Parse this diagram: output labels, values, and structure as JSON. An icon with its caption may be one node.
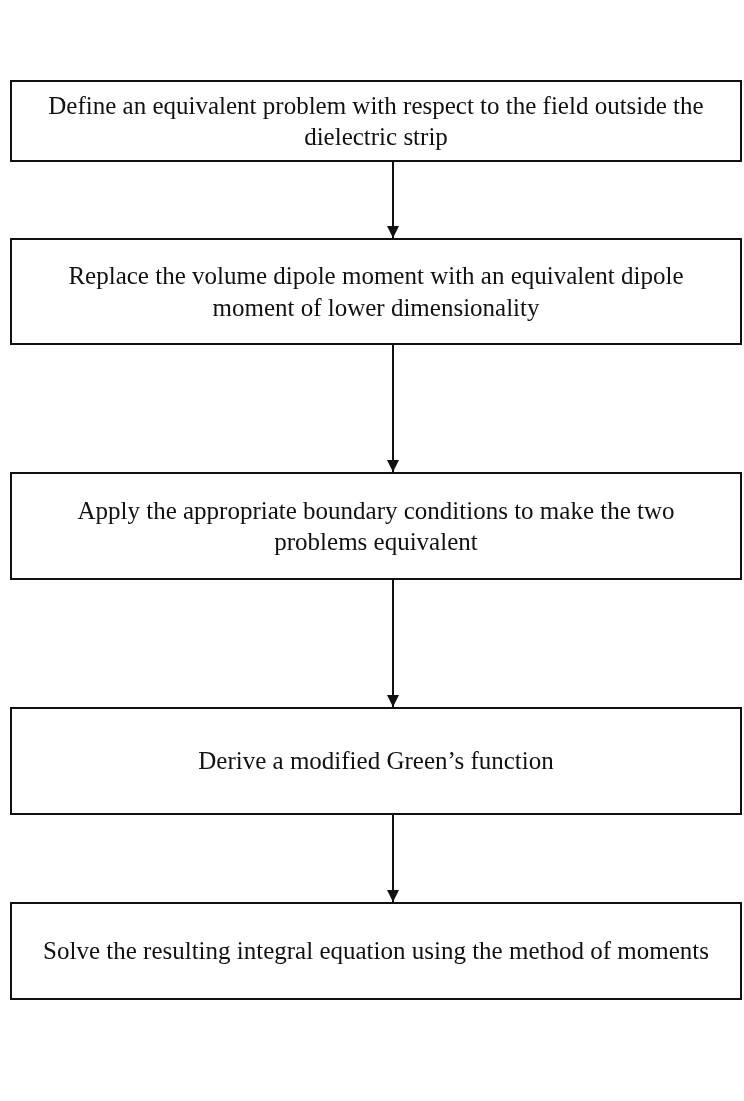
{
  "diagram": {
    "nodes": [
      {
        "text": [
          "Define an equivalent problem with respect to the field outside the dielectric strip"
        ]
      },
      {
        "text": [
          "Replace the volume dipole moment with an equivalent dipole moment of lower dimensionality"
        ]
      },
      {
        "text": [
          "Apply the appropriate boundary conditions to make the two problems equivalent"
        ]
      },
      {
        "text": [
          "Derive a modified Green’s function"
        ]
      },
      {
        "text": [
          "Solve the resulting integral equation using the method of moments"
        ]
      }
    ],
    "edges": [
      {
        "from": 0,
        "to": 1,
        "arrow": "to"
      },
      {
        "from": 1,
        "to": 2,
        "arrow": "to"
      },
      {
        "from": 2,
        "to": 3,
        "arrow": "to"
      },
      {
        "from": 3,
        "to": 4,
        "arrow": "to"
      }
    ]
  }
}
